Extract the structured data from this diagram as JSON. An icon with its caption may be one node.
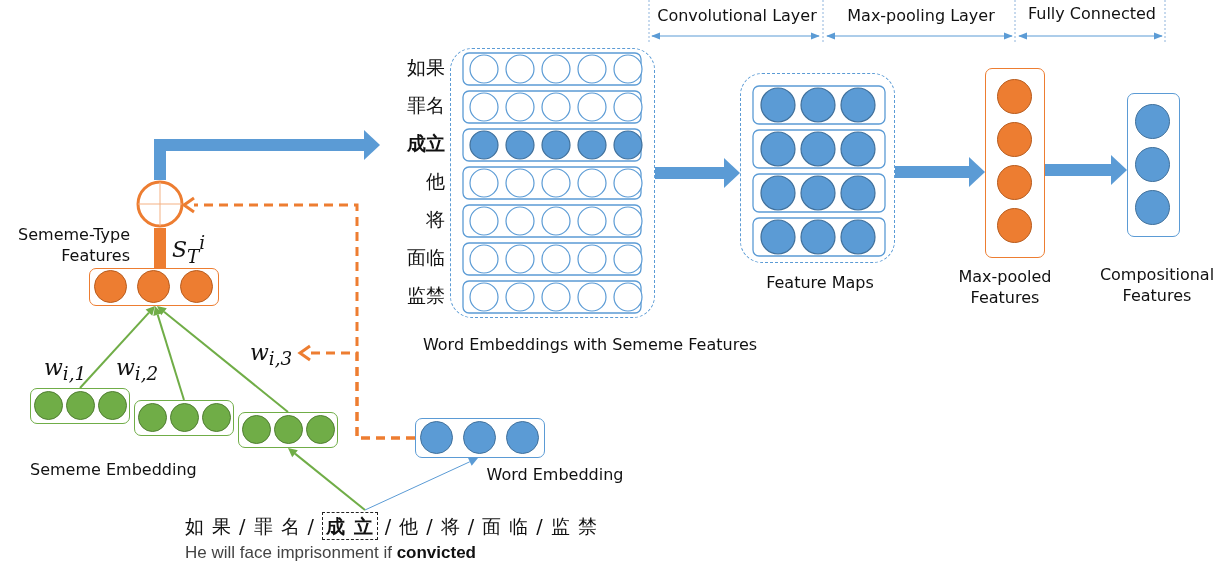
{
  "diagram": {
    "nodes": [
      {
        "text": [
          "如 果 / 罪 名 / **成 立** / 他 / 将 / 面 临 / 监 禁",
          "He will face imprisonment if **convicted**"
        ]
      },
      {
        "text": [],
        "shape": "box"
      },
      {
        "text": [],
        "shape": "box"
      },
      {
        "text": [],
        "shape": "box"
      },
      {
        "text": [],
        "shape": "box",
        "beside": [
          "Sememe-Type Features",
          "S$_{T}$$^{i}$"
        ]
      },
      {
        "text": [],
        "shape": "box",
        "beside": [
          "Word Embedding"
        ]
      },
      {
        "text": [],
        "shape": "circle"
      },
      {
        "text": [],
        "shape": "box",
        "beside": [
          "如果",
          "罪名",
          "成立",
          "他",
          "将",
          "面临",
          "监禁",
          "Word Embeddings with Sememe Features"
        ]
      },
      {
        "text": [],
        "shape": "box",
        "beside": [
          "Feature Maps"
        ]
      },
      {
        "text": [],
        "shape": "box",
        "beside": [
          "Max-pooled Features"
        ]
      },
      {
        "text": [],
        "shape": "box",
        "beside": [
          "Compositional Features"
        ]
      }
    ],
    "edges": [
      {
        "from": 0,
        "to": 3,
        "arrow": "to",
        "color": "#70ad47"
      },
      {
        "from": 0,
        "to": 5,
        "arrow": "to",
        "color": "#5b9bd5"
      },
      {
        "from": 1,
        "to": 4,
        "arrow": "to",
        "label": "w$_{i,1}$",
        "color": "#70ad47"
      },
      {
        "from": 2,
        "to": 4,
        "arrow": "to",
        "label": "w$_{i,2}$",
        "color": "#70ad47"
      },
      {
        "from": 3,
        "to": 4,
        "arrow": "to",
        "label": "w$_{i,3}$",
        "color": "#70ad47"
      },
      {
        "from": 4,
        "to": 6,
        "arrow": "none",
        "style": "thick",
        "color": "#ed7d31"
      },
      {
        "from": 5,
        "to": 6,
        "arrow": "to",
        "style": "dashed",
        "color": "#ed7d31"
      },
      {
        "from": 5,
        "to": null,
        "arrow": "to",
        "style": "dashed",
        "color": "#ed7d31"
      },
      {
        "from": 6,
        "to": 7,
        "arrow": "to",
        "style": "thick",
        "color": "#5b9bd5"
      },
      {
        "from": 7,
        "to": 8,
        "arrow": "to",
        "style": "thick",
        "color": "#5b9bd5"
      },
      {
        "from": 8,
        "to": 9,
        "arrow": "to",
        "style": "thick",
        "color": "#5b9bd5"
      },
      {
        "from": 9,
        "to": 10,
        "arrow": "to",
        "style": "thick",
        "color": "#5b9bd5"
      }
    ],
    "labels": [
      "Convolutional Layer",
      "Max-pooling Layer",
      "Fully Connected",
      "Sememe Embedding"
    ]
  }
}
